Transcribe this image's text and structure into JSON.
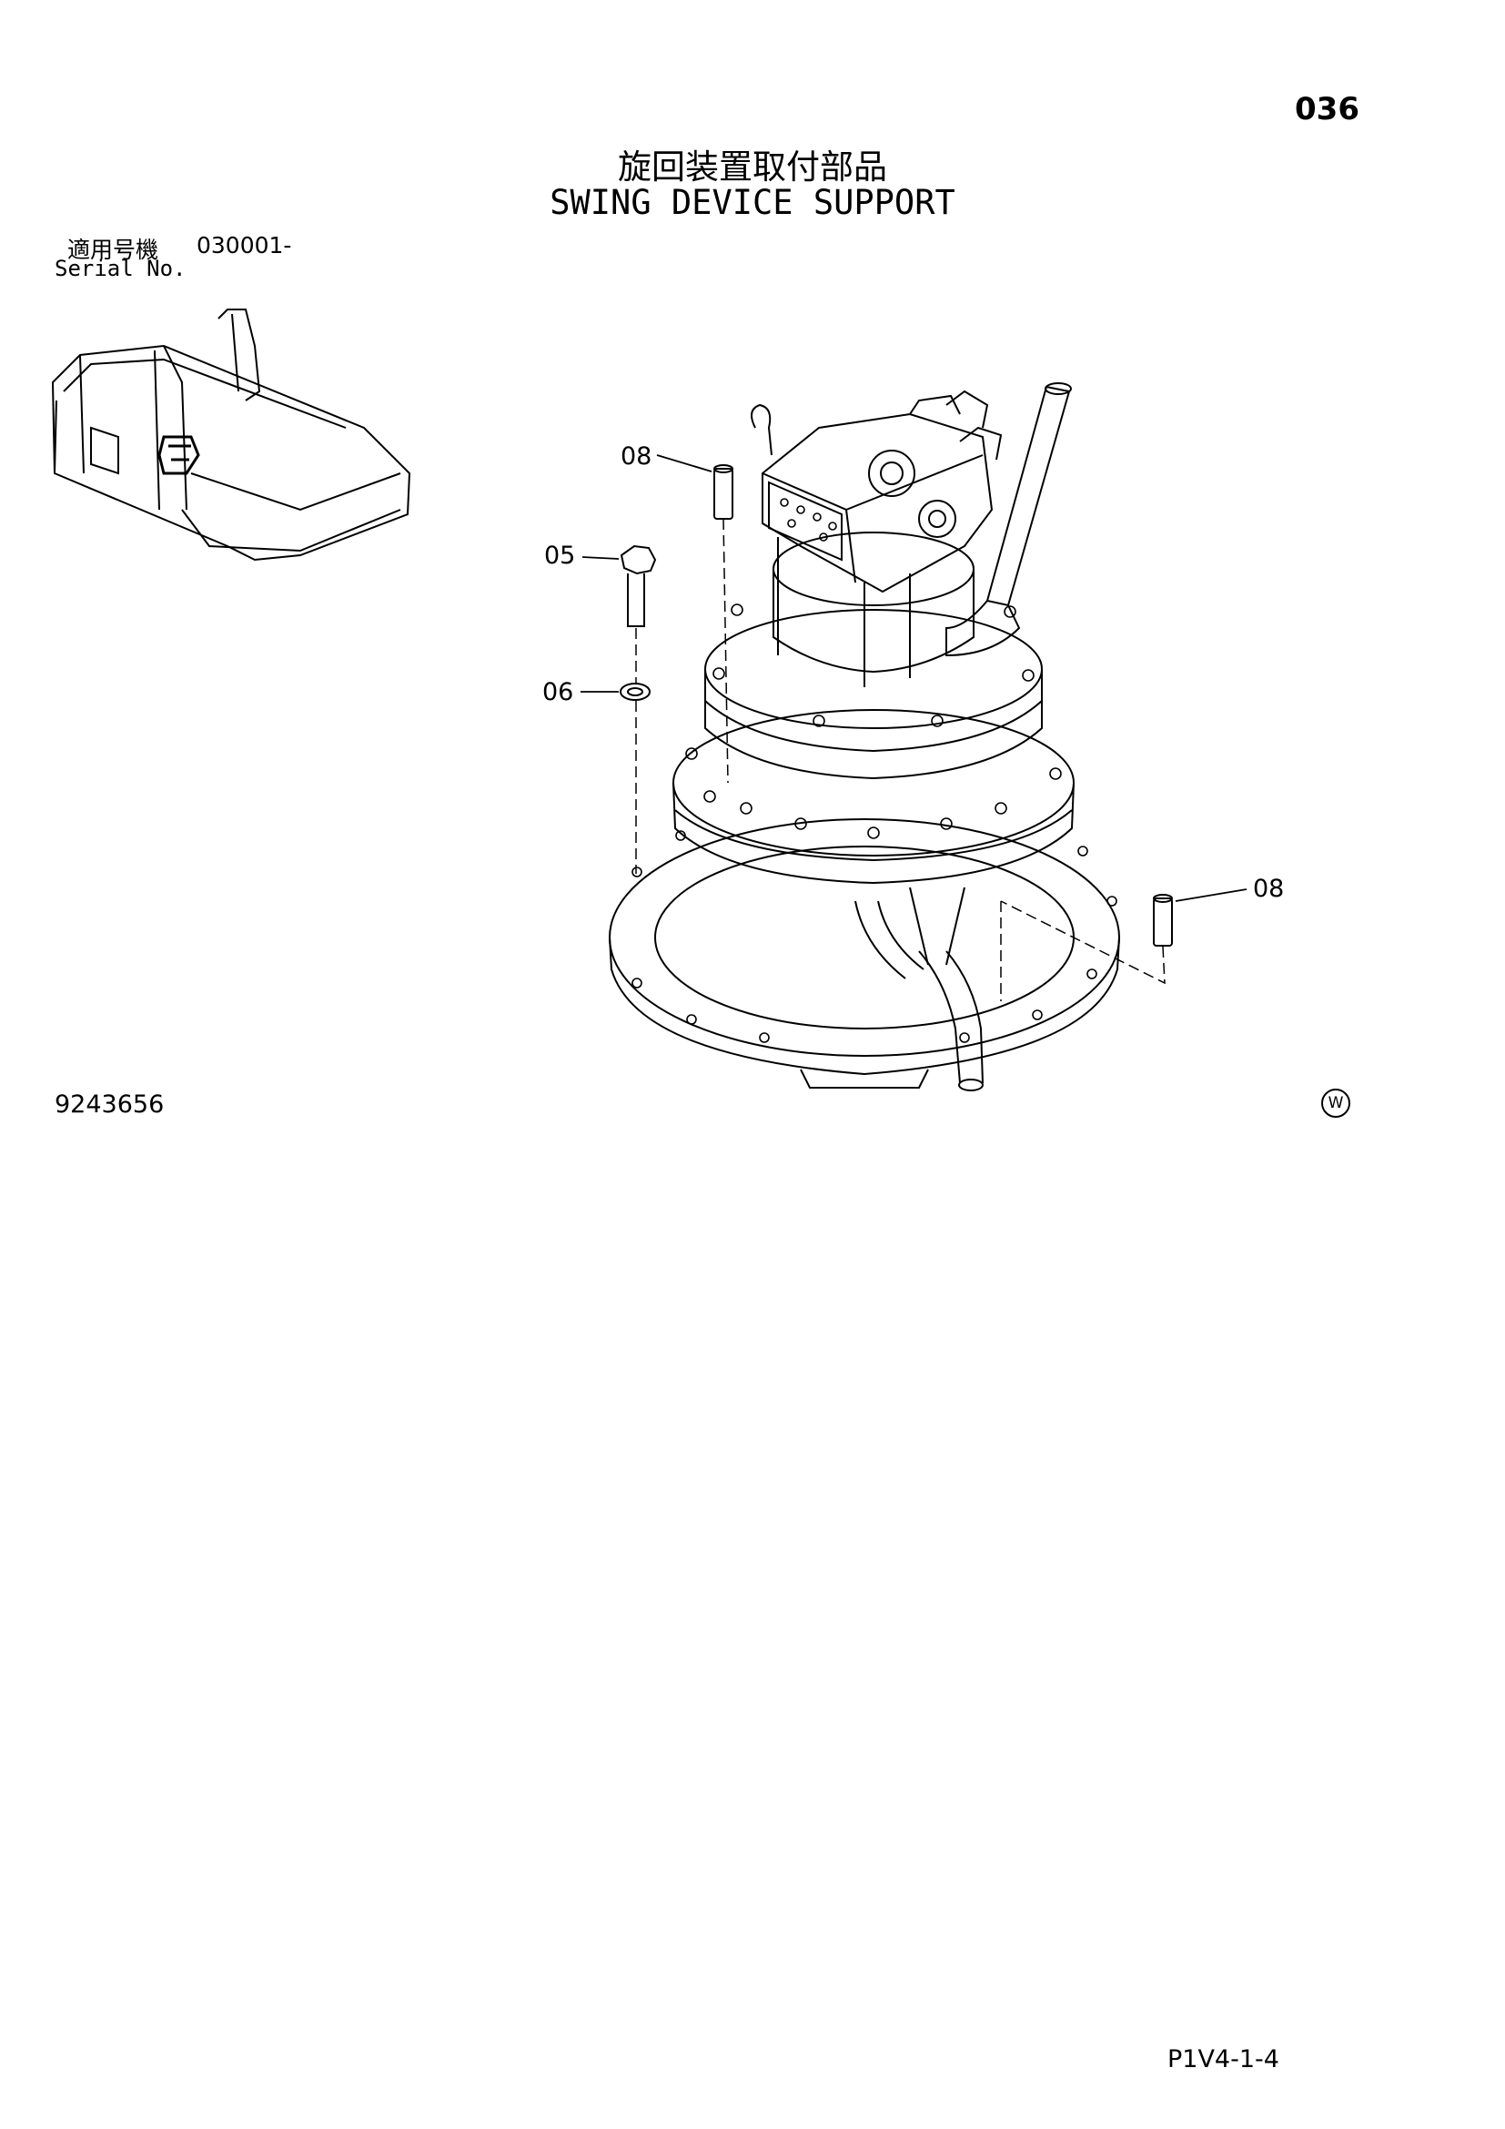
{
  "header": {
    "page_number": "036",
    "title_jp": "旋回装置取付部品",
    "title_en": "SWING DEVICE SUPPORT"
  },
  "serial": {
    "label_jp": "適用号機",
    "range": "030001-",
    "label_en": "Serial No."
  },
  "callouts": [
    {
      "id": "08"
    },
    {
      "id": "05"
    },
    {
      "id": "06"
    },
    {
      "id": "08"
    }
  ],
  "footer": {
    "document_number": "9243656",
    "mark": "W",
    "code": "P1V4-1-4"
  }
}
